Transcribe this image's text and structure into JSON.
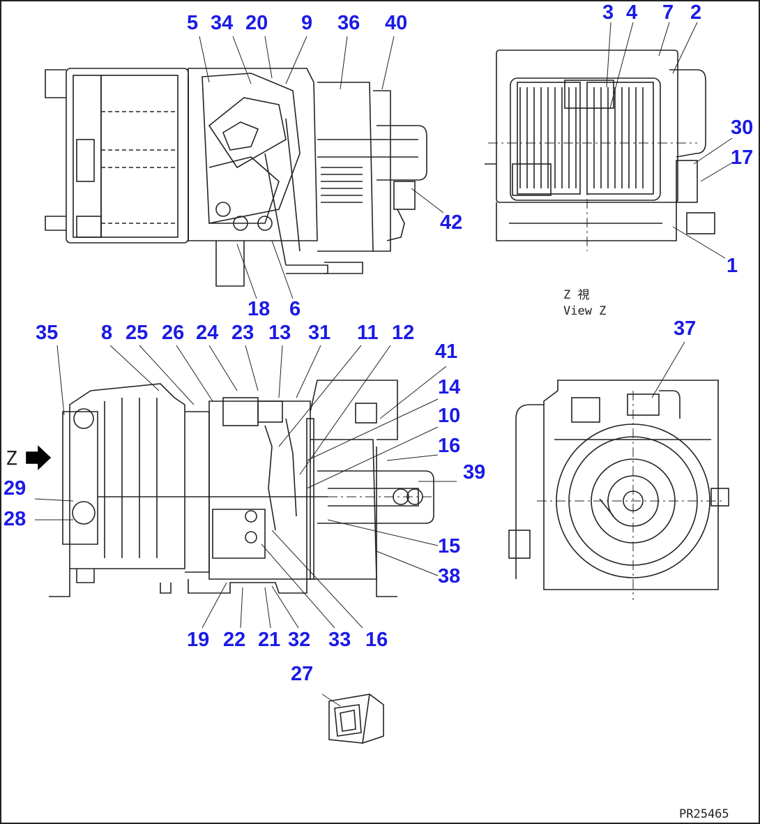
{
  "drawing_code": "PR25465",
  "view_caption": {
    "jp": "Z 視",
    "en": "View Z"
  },
  "view_marker": "Z",
  "colors": {
    "callout": "#1a1ae6",
    "line": "#222222",
    "background": "#ffffff"
  },
  "callouts": {
    "top_left": [
      "5",
      "34",
      "20",
      "9",
      "36",
      "40",
      "42",
      "18",
      "6"
    ],
    "top_right": [
      "3",
      "4",
      "7",
      "2",
      "30",
      "17",
      "1"
    ],
    "middle_left_top": [
      "35",
      "8",
      "25",
      "26",
      "24",
      "23",
      "13",
      "31",
      "11",
      "12",
      "41",
      "14",
      "10",
      "16",
      "39",
      "15",
      "38"
    ],
    "middle_left_side": [
      "29",
      "28"
    ],
    "middle_left_bottom": [
      "19",
      "22",
      "21",
      "32",
      "33",
      "16"
    ],
    "middle_right": [
      "37"
    ],
    "bottom": [
      "27"
    ]
  }
}
